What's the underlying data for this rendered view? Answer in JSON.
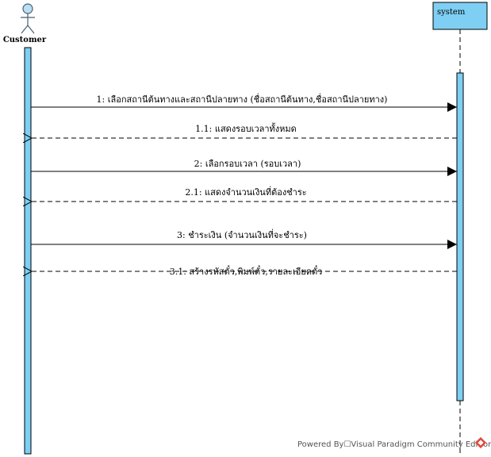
{
  "actor": {
    "name": "Customer"
  },
  "system": {
    "name": "system"
  },
  "messages": [
    {
      "label": "1: เลือกสถานีต้นทางและสถานีปลายทาง (ชื่อสถานีต้นทาง,ชื่อสถานีปลายทาง)",
      "kind": "call"
    },
    {
      "label": "1.1: แสดงรอบเวลาทั้งหมด",
      "kind": "return"
    },
    {
      "label": "2: เลือกรอบเวลา (รอบเวลา)",
      "kind": "call"
    },
    {
      "label": "2.1: แสดงจำนวนเงินที่ต้องชำระ",
      "kind": "return"
    },
    {
      "label": "3: ชำระเงิน (จำนวนเงินที่จะชำระ)",
      "kind": "call"
    },
    {
      "label": "3.1: สร้างรหัสตั๋ว,พิมพ์ตั๋ว,รายละเอียดตั๋ว",
      "kind": "return"
    }
  ],
  "footer": {
    "powered": "Powered By☐Visual Paradigm Community Edition"
  },
  "colors": {
    "activation": "#7ecff3",
    "system_box": "#7ecff3",
    "line": "#000000"
  }
}
